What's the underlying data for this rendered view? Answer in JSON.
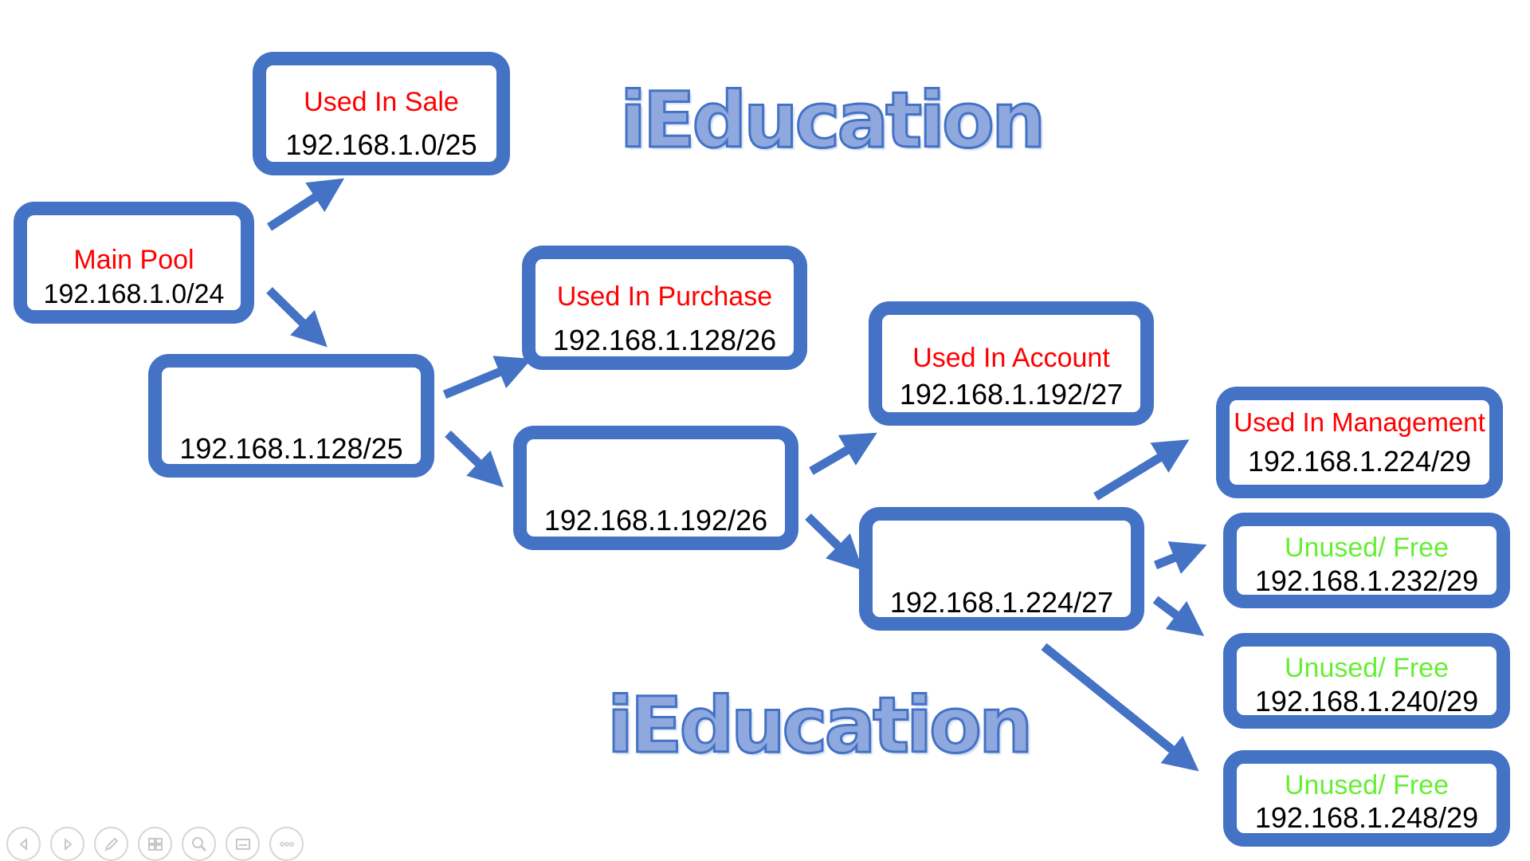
{
  "watermark": {
    "text": "iEducation"
  },
  "nodes": {
    "main_pool": {
      "label": "Main Pool",
      "ip": "192.168.1.0/24"
    },
    "sale": {
      "label": "Used In Sale",
      "ip": "192.168.1.0/25"
    },
    "split_128_25": {
      "label": "",
      "ip": "192.168.1.128/25"
    },
    "purchase": {
      "label": "Used In Purchase",
      "ip": "192.168.1.128/26"
    },
    "split_192_26": {
      "label": "",
      "ip": "192.168.1.192/26"
    },
    "account": {
      "label": "Used In Account",
      "ip": "192.168.1.192/27"
    },
    "split_224_27": {
      "label": "",
      "ip": "192.168.1.224/27"
    },
    "management": {
      "label": "Used In Management",
      "ip": "192.168.1.224/29"
    },
    "free_232": {
      "label": "Unused/ Free",
      "ip": "192.168.1.232/29"
    },
    "free_240": {
      "label": "Unused/ Free",
      "ip": "192.168.1.240/29"
    },
    "free_248": {
      "label": "Unused/ Free",
      "ip": "192.168.1.248/29"
    }
  },
  "colors": {
    "box_border": "#4472c4",
    "used_label": "#ff0000",
    "free_label": "#66ee33",
    "arrow": "#4472c4"
  },
  "toolbar": {
    "buttons": [
      "previous-icon",
      "next-icon",
      "pen-icon",
      "slides-icon",
      "zoom-icon",
      "subtitles-icon",
      "more-icon"
    ]
  }
}
